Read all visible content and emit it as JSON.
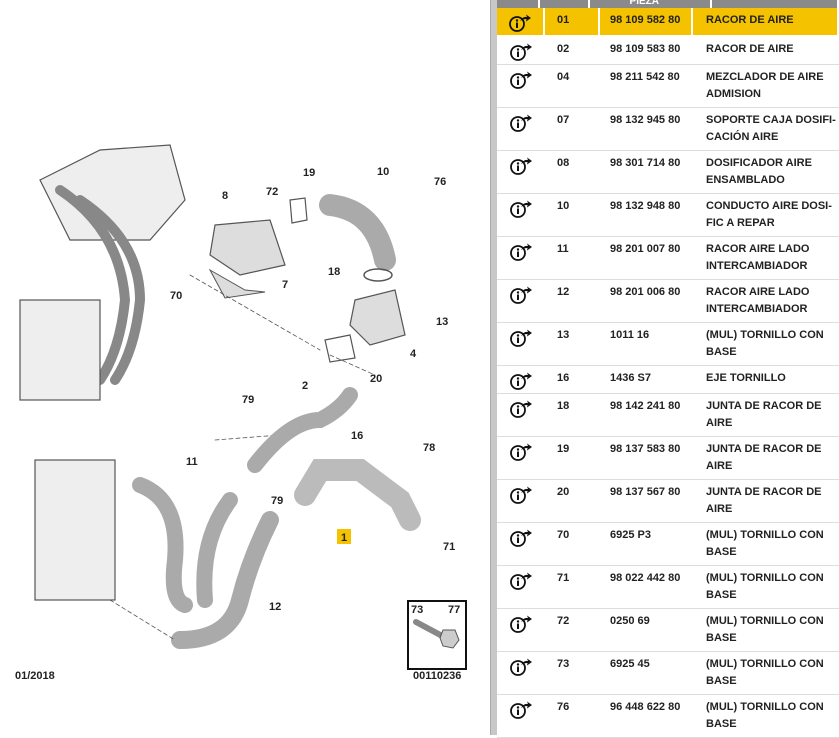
{
  "diagram": {
    "callouts": [
      "8",
      "72",
      "19",
      "10",
      "76",
      "70",
      "7",
      "18",
      "13",
      "4",
      "20",
      "2",
      "79",
      "16",
      "78",
      "11",
      "79",
      "1",
      "71",
      "12"
    ],
    "inset_labels": [
      "73",
      "77"
    ],
    "date": "01/2018",
    "ref": "00110236",
    "highlight_color": "#f5c200"
  },
  "table": {
    "header": [
      "",
      "",
      "PIEZA",
      ""
    ],
    "rows": [
      {
        "icon": "info-arrow-icon",
        "code": "01",
        "part": "98 109 582 80",
        "desc": "RACOR DE AIRE",
        "selected": true
      },
      {
        "icon": "info-arrow-icon",
        "code": "02",
        "part": "98 109 583 80",
        "desc": "RACOR DE AIRE"
      },
      {
        "icon": "info-arrow-icon",
        "code": "04",
        "part": "98 211 542 80",
        "desc": "MEZCLADOR DE AIRE ADMISION"
      },
      {
        "icon": "info-arrow-icon",
        "code": "07",
        "part": "98 132 945 80",
        "desc": "SOPORTE CAJA DOSIFI-CACIÓN AIRE"
      },
      {
        "icon": "info-arrow-icon",
        "code": "08",
        "part": "98 301 714 80",
        "desc": "DOSIFICADOR AIRE ENSAMBLADO"
      },
      {
        "icon": "info-arrow-icon",
        "code": "10",
        "part": "98 132 948 80",
        "desc": "CONDUCTO AIRE DOSI-FIC A REPAR"
      },
      {
        "icon": "info-arrow-icon",
        "code": "11",
        "part": "98 201 007 80",
        "desc": "RACOR AIRE LADO INTERCAMBIADOR"
      },
      {
        "icon": "info-arrow-icon",
        "code": "12",
        "part": "98 201 006 80",
        "desc": "RACOR AIRE LADO INTERCAMBIADOR"
      },
      {
        "icon": "info-arrow-icon",
        "code": "13",
        "part": "1011 16",
        "desc": "(MUL) TORNILLO CON BASE"
      },
      {
        "icon": "info-arrow-icon",
        "code": "16",
        "part": "1436 S7",
        "desc": "EJE TORNILLO"
      },
      {
        "icon": "info-arrow-icon",
        "code": "18",
        "part": "98 142 241 80",
        "desc": "JUNTA DE RACOR DE AIRE"
      },
      {
        "icon": "info-arrow-icon",
        "code": "19",
        "part": "98 137 583 80",
        "desc": "JUNTA DE RACOR DE AIRE"
      },
      {
        "icon": "info-arrow-icon",
        "code": "20",
        "part": "98 137 567 80",
        "desc": "JUNTA DE RACOR DE AIRE"
      },
      {
        "icon": "info-arrow-icon",
        "code": "70",
        "part": "6925 P3",
        "desc": "(MUL) TORNILLO CON BASE"
      },
      {
        "icon": "info-arrow-icon",
        "code": "71",
        "part": "98 022 442 80",
        "desc": "(MUL) TORNILLO CON BASE"
      },
      {
        "icon": "info-arrow-icon",
        "code": "72",
        "part": "0250 69",
        "desc": "(MUL) TORNILLO CON BASE"
      },
      {
        "icon": "info-arrow-icon",
        "code": "73",
        "part": "6925 45",
        "desc": "(MUL) TORNILLO CON BASE"
      },
      {
        "icon": "info-arrow-icon",
        "code": "76",
        "part": "96 448 622 80",
        "desc": "(MUL) TORNILLO CON BASE"
      }
    ]
  }
}
